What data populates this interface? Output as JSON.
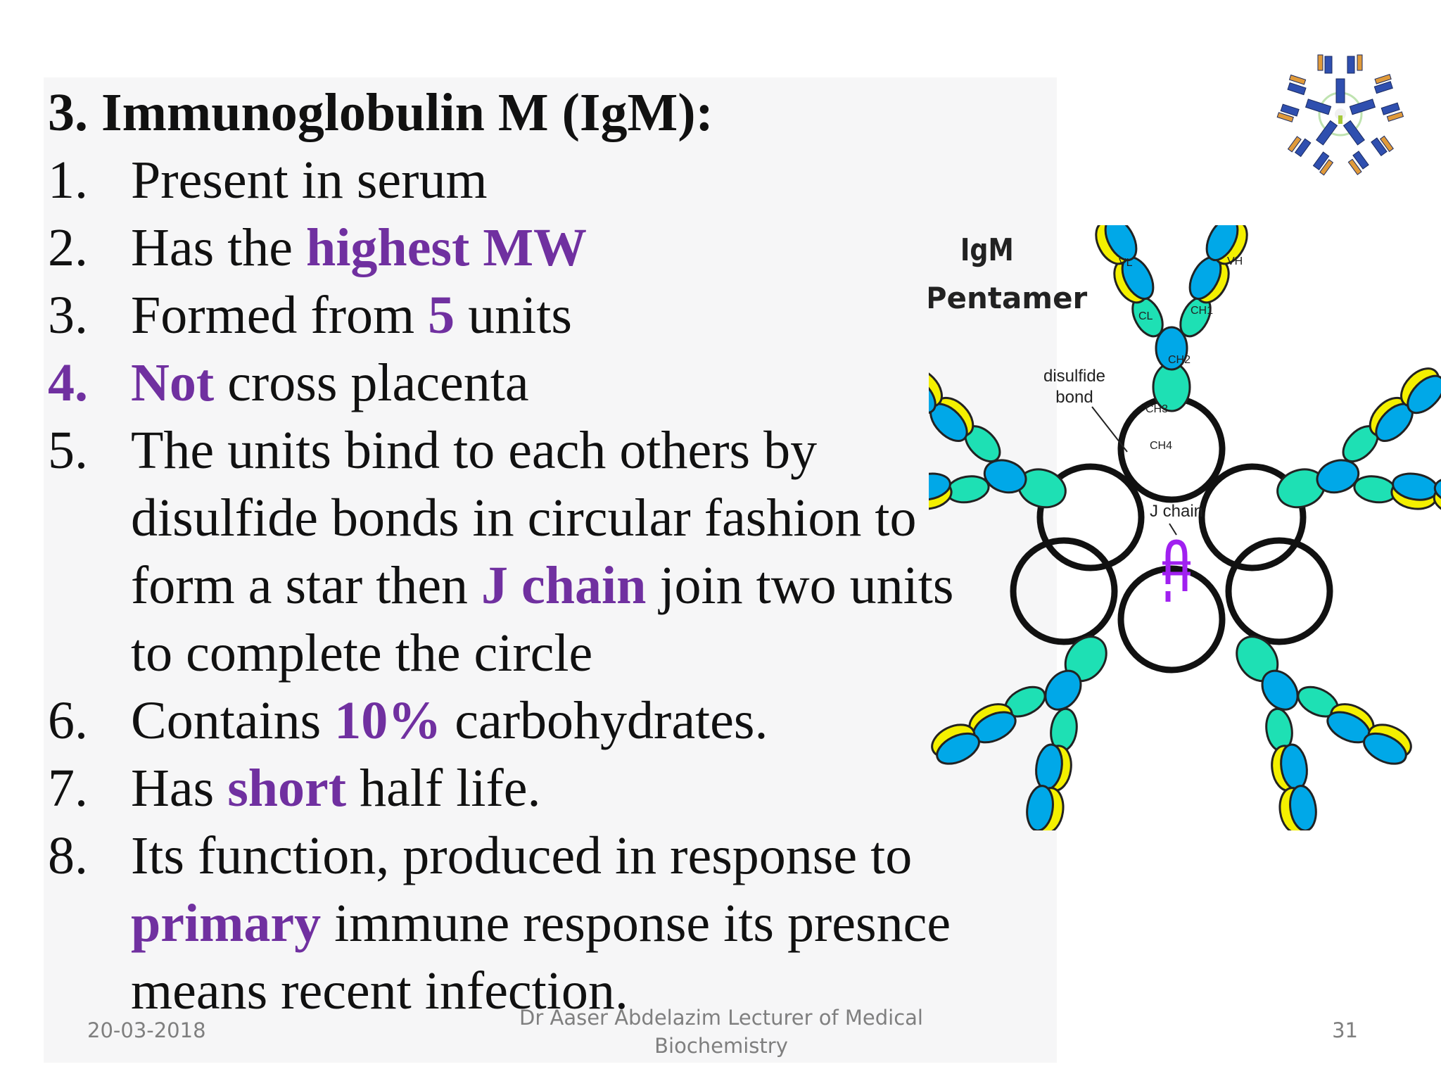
{
  "slide": {
    "title": "3. Immunoglobulin M (IgM):",
    "items": [
      {
        "num": "1.",
        "lines": [
          [
            {
              "t": "Present in serum"
            }
          ]
        ]
      },
      {
        "num": "2.",
        "lines": [
          [
            {
              "t": "Has the "
            },
            {
              "t": "highest MW",
              "hl": true
            }
          ]
        ]
      },
      {
        "num": "3.",
        "lines": [
          [
            {
              "t": "Formed from "
            },
            {
              "t": "5",
              "hl": true
            },
            {
              "t": " units"
            }
          ]
        ]
      },
      {
        "num": "4.",
        "num_hl": true,
        "lines": [
          [
            {
              "t": "Not",
              "hl": true
            },
            {
              "t": " cross placenta"
            }
          ]
        ]
      },
      {
        "num": "5.",
        "lines": [
          [
            {
              "t": "The units bind to each others by"
            }
          ],
          [
            {
              "t": "disulfide bonds in circular fashion to"
            }
          ],
          [
            {
              "t": "form a star then "
            },
            {
              "t": "J chain",
              "hl": true
            },
            {
              "t": " join two units"
            }
          ],
          [
            {
              "t": "to complete the circle"
            }
          ]
        ]
      },
      {
        "num": "6.",
        "lines": [
          [
            {
              "t": "Contains "
            },
            {
              "t": "10%",
              "hl": true
            },
            {
              "t": " carbohydrates."
            }
          ]
        ]
      },
      {
        "num": "7.",
        "lines": [
          [
            {
              "t": "Has "
            },
            {
              "t": "short",
              "hl": true
            },
            {
              "t": " half life."
            }
          ]
        ]
      },
      {
        "num": "8.",
        "lines": [
          [
            {
              "t": "Its function, produced in response to"
            }
          ],
          [
            {
              "t": "primary",
              "hl": true
            },
            {
              "t": " immune response its presnce"
            }
          ],
          [
            {
              "t": "means recent infection."
            }
          ]
        ]
      }
    ]
  },
  "figure": {
    "title_line1": "IgM",
    "title_line2": "Pentamer",
    "disulfide_line1": "disulfide",
    "disulfide_line2": "bond",
    "j_chain": "J chain",
    "domains": {
      "vl": "VL",
      "vh": "VH",
      "cl": "CL",
      "ch1": "CH1",
      "ch2": "CH2",
      "ch3": "CH3",
      "ch4": "CH4"
    },
    "colors": {
      "light_chain": "#f4f000",
      "heavy_chain": "#00a8e8",
      "constant_region": "#1ee0b4",
      "j_chain": "#a020f0",
      "outline": "#222222"
    }
  },
  "footer": {
    "date": "20-03-2018",
    "author_line1": "Dr Aaser Abdelazim Lecturer of Medical",
    "author_line2": "Biochemistry",
    "page": "31"
  },
  "colors": {
    "highlight": "#7030a0",
    "text": "#111111",
    "footer": "#7f7f7f"
  }
}
